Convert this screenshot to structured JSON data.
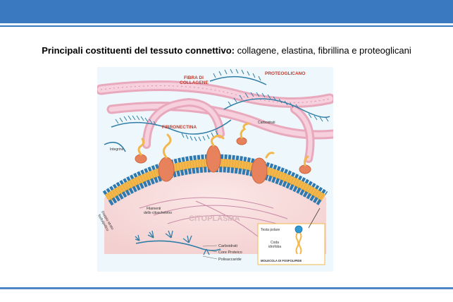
{
  "slide": {
    "title_bold": "Principali costituenti del tessuto connettivo:",
    "title_rest": " collagene, elastina, fibrillina e proteoglicani"
  },
  "figure": {
    "labels": {
      "collagen": [
        "FIBRA DI",
        "COLLAGENE"
      ],
      "proteoglycan": "PROTEOGLICANO",
      "fibronectin": "FIBRONECTINA",
      "carbohydrate": "Carboidrati",
      "integrin": "Integrine",
      "bilayer": [
        "Doppio strato",
        "fosfolipidico"
      ],
      "cytoskeleton": [
        "Filamenti",
        "dello citoscheletro"
      ],
      "cytoplasm": "CITOPLASMA",
      "polar_head": "Testa polare",
      "hydrophobic_tail": [
        "Coda",
        "idrofoba"
      ],
      "phospholipid": "MOLECOLA DI FOSFOLIPIDE",
      "pg_carbs": "Carboidrati",
      "pg_core": "Core Proteico",
      "pg_poly": "Polisaccaride"
    },
    "colors": {
      "band": "#3a78c0",
      "membrane_head": "#2e7ab0",
      "membrane_tail": "#f2b84b",
      "protein": "#e8825c",
      "collagen": "#f1bfd0",
      "proteoglycan": "#2f7ea8",
      "label_red": "#c0392b"
    }
  }
}
